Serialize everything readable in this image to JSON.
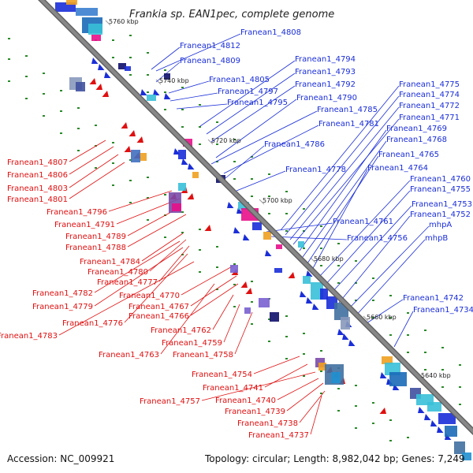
{
  "title": "Frankia sp. EAN1pec, complete genome",
  "footer": {
    "accession": "Accession: NC_009921",
    "summary": "Topology: circular; Length: 8,982,042 bp; Genes: 7,249"
  },
  "kbp_marks": [
    "5760 kbp",
    "5740 kbp",
    "5720 kbp",
    "5700 kbp",
    "5680 kbp",
    "5660 kbp",
    "5640 kbp"
  ],
  "colors": {
    "forward": "#1a2ed8",
    "reverse": "#e01010",
    "backbone": "#888888",
    "tick": "#2a8a2a"
  },
  "forward_genes": [
    "Franean1_4808",
    "Franean1_4812",
    "Franean1_4809",
    "Franean1_4794",
    "Franean1_4793",
    "Franean1_4805",
    "Franean1_4792",
    "Franean1_4797",
    "Franean1_4790",
    "Franean1_4795",
    "Franean1_4775",
    "Franean1_4774",
    "Franean1_4772",
    "Franean1_4785",
    "Franean1_4771",
    "Franean1_4781",
    "Franean1_4769",
    "Franean1_4768",
    "Franean1_4786",
    "Franean1_4765",
    "Franean1_4764",
    "Franean1_4778",
    "Franean1_4760",
    "Franean1_4755",
    "Franean1_4753",
    "Franean1_4752",
    "Franean1_4761",
    "mhpA",
    "Franean1_4756",
    "mhpB",
    "Franean1_4742",
    "Franean1_4734"
  ],
  "reverse_genes": [
    "Franean1_4807",
    "Franean1_4806",
    "Franean1_4803",
    "Franean1_4801",
    "Franean1_4796",
    "Franean1_4791",
    "Franean1_4789",
    "Franean1_4788",
    "Franean1_4784",
    "Franean1_4780",
    "Franean1_4777",
    "Franean1_4770",
    "Franean1_4782",
    "Franean1_4767",
    "Franean1_4779",
    "Franean1_4766",
    "Franean1_4776",
    "Franean1_4762",
    "Franean1_4783",
    "Franean1_4759",
    "Franean1_4763",
    "Franean1_4758",
    "Franean1_4754",
    "Franean1_4741",
    "Franean1_4757",
    "Franean1_4740",
    "Franean1_4739",
    "Franean1_4738",
    "Franean1_4737"
  ]
}
